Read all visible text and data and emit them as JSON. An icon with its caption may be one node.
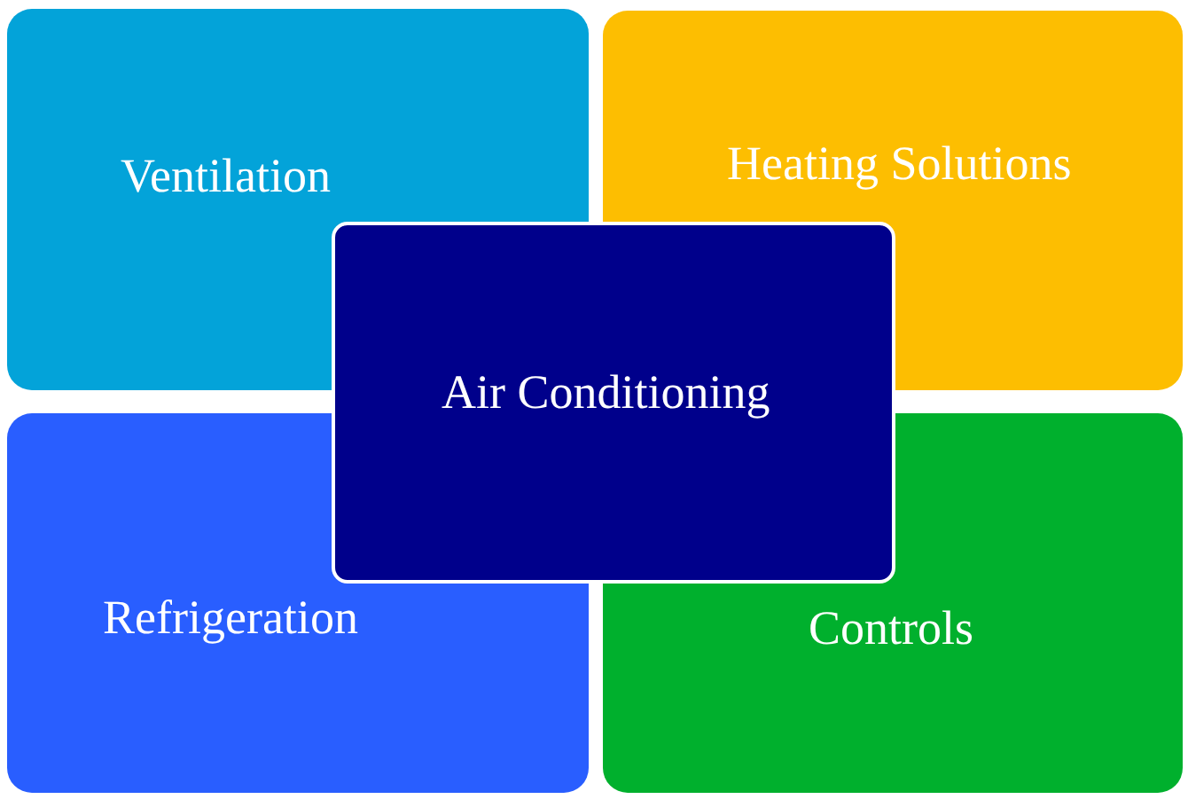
{
  "diagram": {
    "nodes": [
      {
        "text": [
          "Ventilation"
        ]
      },
      {
        "text": [
          "Heating Solutions"
        ]
      },
      {
        "text": [
          "Air Conditioning"
        ]
      },
      {
        "text": [
          "Refrigeration"
        ]
      },
      {
        "text": [
          "Controls"
        ]
      }
    ]
  }
}
